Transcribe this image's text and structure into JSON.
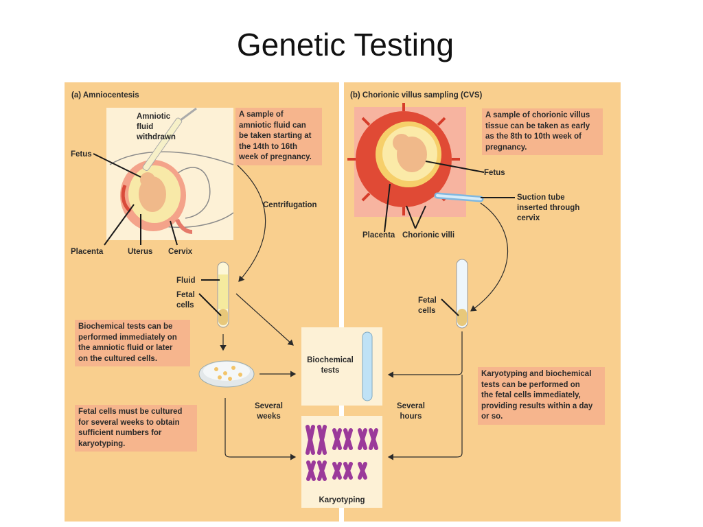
{
  "slide": {
    "title": "Genetic Testing"
  },
  "panel_a": {
    "heading": "(a) Amniocentesis",
    "labels": {
      "amniotic_fluid_withdrawn": [
        "Amniotic",
        "fluid",
        "withdrawn"
      ],
      "fetus": "Fetus",
      "placenta": "Placenta",
      "uterus": "Uterus",
      "cervix": "Cervix",
      "centrifugation": "Centrifugation",
      "fluid": "Fluid",
      "fetal_cells": [
        "Fetal",
        "cells"
      ],
      "several_weeks": [
        "Several",
        "weeks"
      ]
    },
    "note_sample": [
      "A sample of",
      "amniotic fluid can",
      "be taken starting at",
      "the 14th to 16th",
      "week of pregnancy."
    ],
    "note_biochemical": [
      "Biochemical tests can be",
      "performed immediately on",
      "the amniotic fluid or later",
      "on the cultured cells."
    ],
    "note_cultured": [
      "Fetal cells must be cultured",
      "for several weeks to obtain",
      "sufficient numbers for",
      "karyotyping."
    ]
  },
  "panel_b": {
    "heading": "(b) Chorionic villus sampling (CVS)",
    "labels": {
      "fetus": "Fetus",
      "suction_tube": [
        "Suction tube",
        "inserted through",
        "cervix"
      ],
      "placenta": "Placenta",
      "chorionic_villi": "Chorionic villi",
      "fetal_cells": [
        "Fetal",
        "cells"
      ],
      "several_hours": [
        "Several",
        "hours"
      ]
    },
    "note_sample": [
      "A sample of chorionic villus",
      "tissue can be taken as early",
      "as the 8th to 10th week of",
      "pregnancy."
    ],
    "note_karyotyping": [
      "Karyotyping and biochemical",
      "tests can be performed on",
      "the fetal cells immediately,",
      "providing results within a day",
      "or so."
    ]
  },
  "center": {
    "biochemical_tests": [
      "Biochemical",
      "tests"
    ],
    "karyotyping": "Karyotyping"
  },
  "colors": {
    "panel": "#f9cf8e",
    "note": "#f6b58d",
    "pale": "#fdf1d6",
    "chromosome": "#9b3a9a"
  }
}
